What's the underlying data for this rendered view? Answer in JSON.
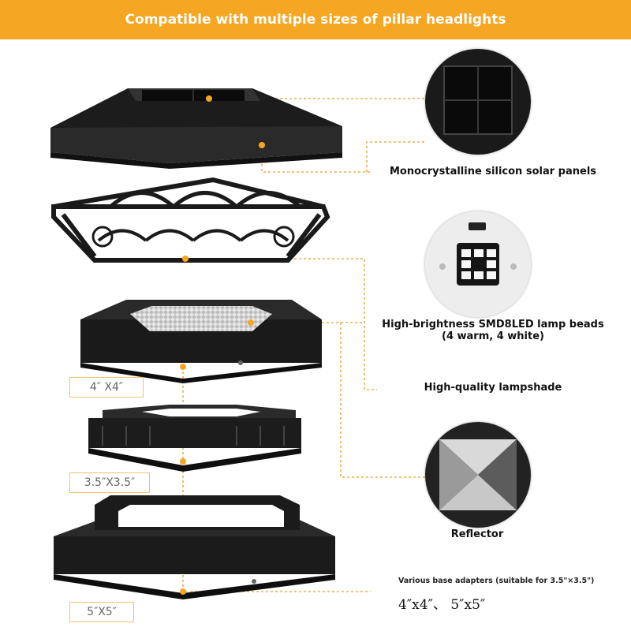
{
  "banner": {
    "title": "Compatible with multiple sizes of pillar headlights"
  },
  "features": [
    {
      "label": "Monocrystalline silicon solar panels",
      "icon": "solar-panel-closeup"
    },
    {
      "label_line1": "High-brightness SMD8LED lamp beads",
      "label_line2": "(4 warm, 4 white)",
      "icon": "led-beads-closeup"
    },
    {
      "label": "High-quality lampshade"
    },
    {
      "label": "Reflector",
      "icon": "reflector-closeup"
    }
  ],
  "sizes": [
    "4″ X4″",
    "3.5″X3.5″",
    "5″X5″"
  ],
  "adapters": {
    "note": "Various base adapters (suitable for 3.5\"×3.5\")",
    "sizes": "4″x4″、 5″x5″"
  },
  "colors": {
    "accent": "#f5a623",
    "product": "#1a1a1a",
    "leader": "#e8b04a"
  }
}
